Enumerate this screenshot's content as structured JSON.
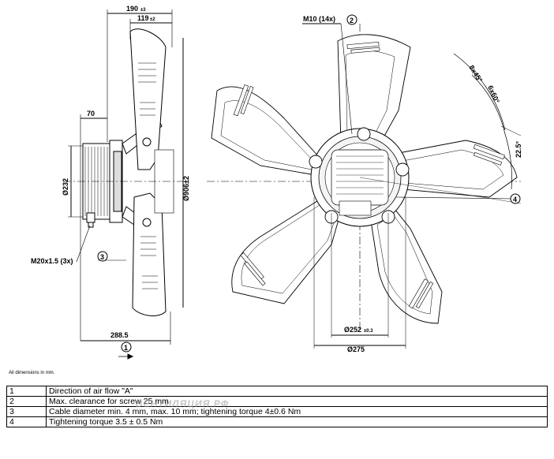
{
  "dimensions": {
    "width_total": "190",
    "width_total_tol": "±3",
    "width_blade": "119",
    "width_blade_tol": "±2",
    "depth_motor": "70",
    "diam_motor": "Ø232",
    "diam_fan": "Ø906",
    "diam_fan_tol": "±2",
    "diam_fan_combined": "Ø906±2",
    "cable_gland": "M20x1.5 (3x)",
    "height_side": "288.5",
    "screw": "M10 (14x)",
    "angle_pitch": "8x45°",
    "angle_rotated": "6x60°",
    "angle_offset": "22.5°",
    "bolt_circle": "Ø252",
    "bolt_circle_tol": "±0.3",
    "flange_diam": "Ø275"
  },
  "markers": {
    "m1": "1",
    "m2": "2",
    "m3": "3",
    "m4": "4"
  },
  "note": "All dimensions in mm.",
  "watermark": "ВЕНТИЛЯЦИЯ.РФ",
  "legend": [
    {
      "num": "1",
      "text": "Direction of air flow \"A\""
    },
    {
      "num": "2",
      "text": "Max. clearance for screw 25 mm"
    },
    {
      "num": "3",
      "text": "Cable diameter min. 4 mm, max. 10 mm; tightening torque 4±0.6 Nm"
    },
    {
      "num": "4",
      "text": "Tightening torque 3.5 ± 0.5 Nm"
    }
  ]
}
